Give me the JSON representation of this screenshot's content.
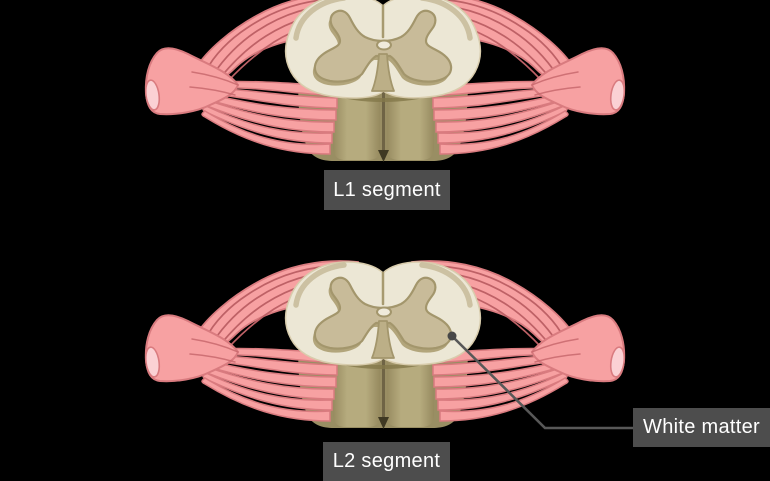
{
  "figure": {
    "type": "anatomical-diagram",
    "subject": "spinal cord segments, cross-section with nerve roots",
    "background": "#000000"
  },
  "labels": {
    "top_segment": "L1 segment",
    "bottom_segment": "L2 segment",
    "annotation": "White matter"
  },
  "colors": {
    "label_background": "#4d4d4d",
    "label_text": "#ffffff",
    "leader_line": "#585858",
    "leader_dot": "#474747",
    "nerve_pink": "#f7a1a2",
    "nerve_outline": "#d97b7f",
    "nerve_rootlet_line": "#be6166",
    "nerve_cut_end": "#fbd1d4",
    "white_matter_cream": "#ece7d5",
    "gray_matter_tan": "#c8bb99",
    "gray_matter_outline": "#a3966c",
    "cord_surface": "#b6ab7e",
    "cord_surface_dark": "#998e63",
    "cord_fissure": "#6f6445"
  }
}
